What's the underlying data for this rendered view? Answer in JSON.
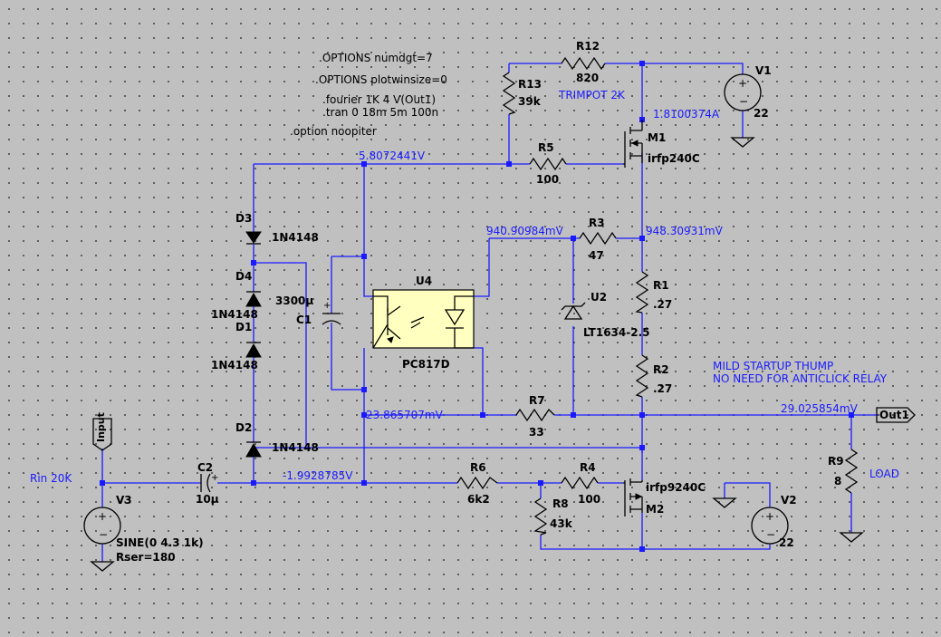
{
  "directives": {
    "numdgt": ".OPTIONS numdgt=7",
    "plotwinsize": ".OPTIONS plotwinsize=0",
    "fourier": ".fourier 1K 4 V(Out1)",
    "tran": ".tran 0 18m 5m 100n",
    "noopiter": ".option noopiter"
  },
  "comments": {
    "trimpot": "TRIMPOT 2K",
    "rin": "Rin 20K",
    "startup1": "MILD STARTUP THUMP",
    "startup2": "NO NEED FOR ANTICLICK RELAY",
    "load": "LOAD"
  },
  "ports": {
    "input": "Input",
    "out": "Out1"
  },
  "measurements": {
    "m_current": "1.8100374A",
    "m_v1": "5.8072441V",
    "m_v2": "940.90984mV",
    "m_v3": "948.30931mV",
    "m_v4": "23.865707mV",
    "m_v5": "29.025854mV",
    "m_v6": "-1.9928785V"
  },
  "components": {
    "r12": {
      "ref": "R12",
      "value": "820"
    },
    "r13": {
      "ref": "R13",
      "value": "39k"
    },
    "r5": {
      "ref": "R5",
      "value": "100"
    },
    "r3": {
      "ref": "R3",
      "value": "47"
    },
    "r1": {
      "ref": "R1",
      "value": ".27"
    },
    "r2": {
      "ref": "R2",
      "value": ".27"
    },
    "r7": {
      "ref": "R7",
      "value": "33"
    },
    "r6": {
      "ref": "R6",
      "value": "6k2"
    },
    "r4": {
      "ref": "R4",
      "value": "100"
    },
    "r8": {
      "ref": "R8",
      "value": "43k"
    },
    "r9": {
      "ref": "R9",
      "value": "8"
    },
    "m1": {
      "ref": "M1",
      "value": "irfp240C"
    },
    "m2": {
      "ref": "M2",
      "value": "irfp9240C"
    },
    "v1": {
      "ref": "V1",
      "value": "22"
    },
    "v2": {
      "ref": "V2",
      "value": "22"
    },
    "v3": {
      "ref": "V3",
      "value": "SINE(0 4.3 1k)",
      "rser": "Rser=180"
    },
    "c1": {
      "ref": "C1",
      "value": "3300µ"
    },
    "c2": {
      "ref": "C2",
      "value": "10µ"
    },
    "d1": {
      "ref": "D1",
      "value": "1N4148"
    },
    "d2": {
      "ref": "D2",
      "value": "1N4148"
    },
    "d3": {
      "ref": "D3",
      "value": "1N4148"
    },
    "d4": {
      "ref": "D4",
      "value": "1N4148"
    },
    "u2": {
      "ref": "U2",
      "value": "LT1634-2.5"
    },
    "u4": {
      "ref": "U4",
      "value": "PC817D"
    }
  },
  "colors": {
    "wire": "#1a1aff",
    "background": "#c0c0c0",
    "symbol": "#000000",
    "optocoupler_fill": "#ffffc0"
  }
}
